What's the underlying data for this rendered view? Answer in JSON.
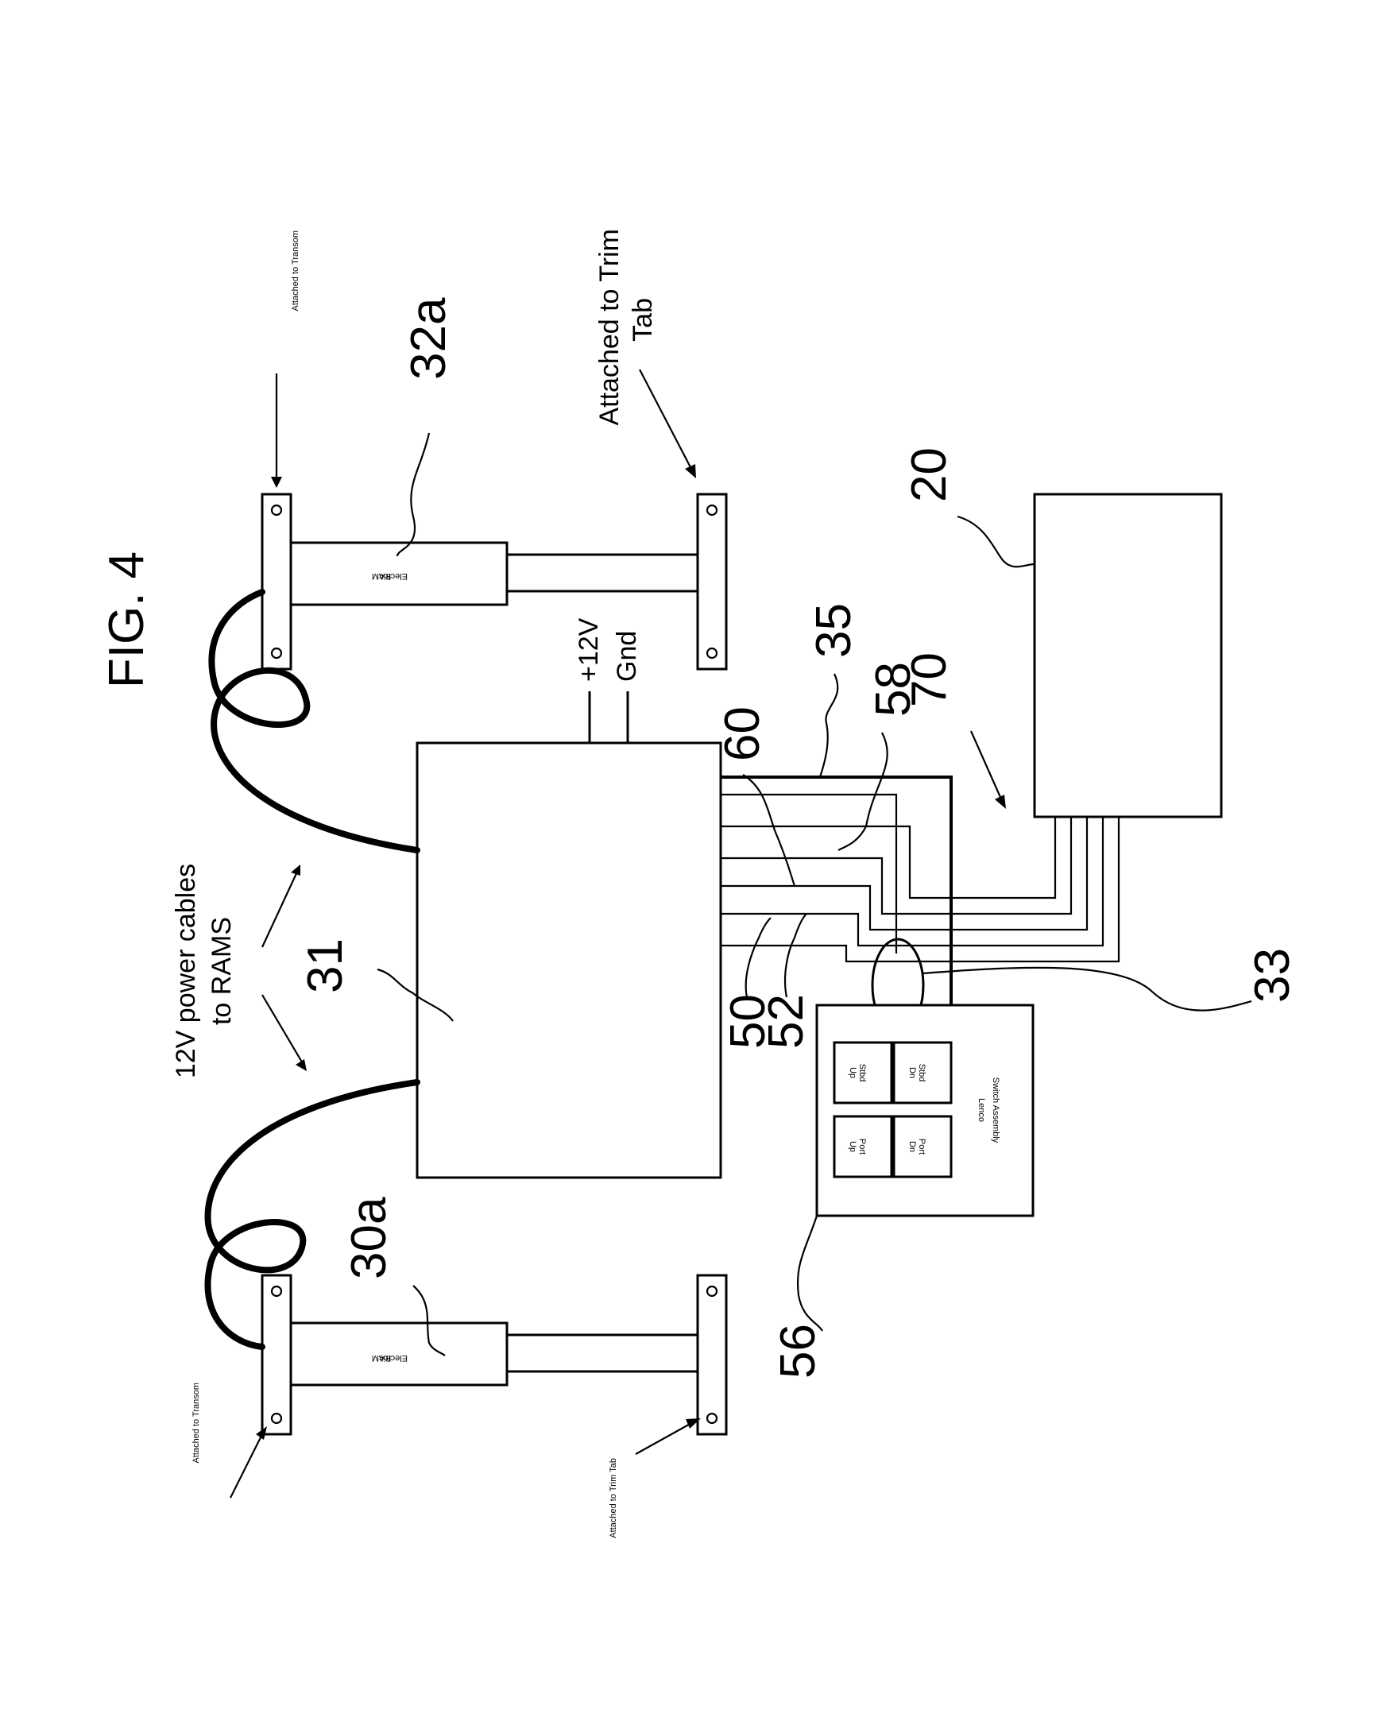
{
  "figure": {
    "title": "FIG. 4",
    "labels": {
      "controller": "31",
      "ram_starboard": "32a",
      "ram_port": "30a",
      "display_unit": "20",
      "cable_bundle": "35",
      "wire_58": "58",
      "wire_60": "60",
      "arrow_70": "70",
      "wire_50": "50",
      "wire_52": "52",
      "ring_33": "33",
      "switch_assembly": "56"
    },
    "power": {
      "positive": "+12V",
      "ground": "Gnd",
      "cables_line1": "12V power cables",
      "cables_line2": "to RAMS"
    },
    "ram_text": {
      "line1": "Electric",
      "line2": "RAM"
    },
    "attach": {
      "transom_top": "Attached to Transom",
      "trimtab_top_line1": "Attached to Trim",
      "trimtab_top_line2": "Tab",
      "transom_bottom": "Attached to Transom",
      "trimtab_bottom": "Attached to Trim Tab"
    },
    "switches": {
      "stbd_up_1": "Stbd",
      "stbd_up_2": "Up",
      "stbd_dn_1": "Stbd",
      "stbd_dn_2": "Dn",
      "port_up_1": "Port",
      "port_up_2": "Up",
      "port_dn_1": "Port",
      "port_dn_2": "Dn",
      "assembly_1": "Lenco",
      "assembly_2": "Switch Assembly"
    }
  }
}
